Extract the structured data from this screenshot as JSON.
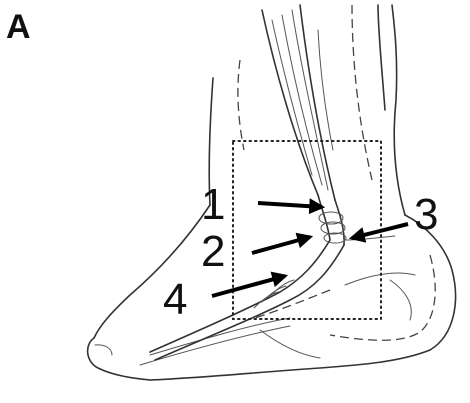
{
  "figure": {
    "panel_label": "A",
    "callouts": [
      {
        "number": "1",
        "icon": "arrow-right-icon"
      },
      {
        "number": "2",
        "icon": "arrow-up-right-icon"
      },
      {
        "number": "3",
        "icon": "arrow-left-icon"
      },
      {
        "number": "4",
        "icon": "arrow-up-right-icon"
      }
    ],
    "colors": {
      "ink": "#111111",
      "background": "#ffffff"
    }
  }
}
